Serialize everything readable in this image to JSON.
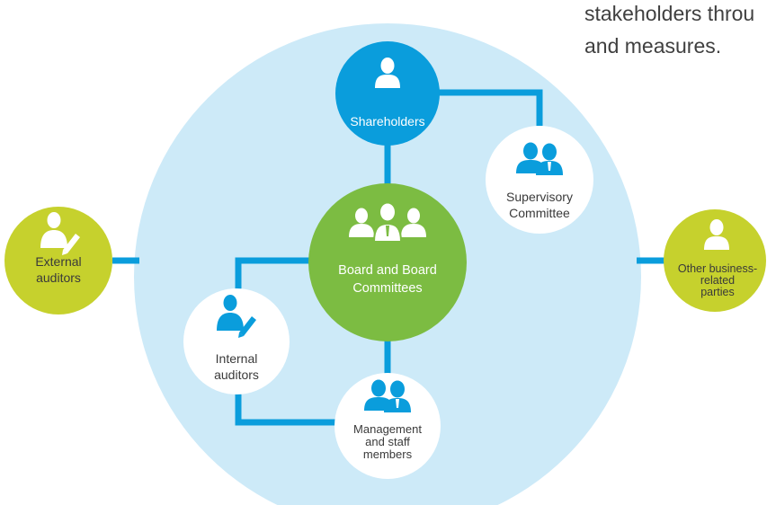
{
  "intro_text": {
    "line1": "stakeholders throu",
    "line2": "and measures."
  },
  "nodes": {
    "shareholders": {
      "label": "Shareholders",
      "icon": "person-icon"
    },
    "supervisory_committee": {
      "line1": "Supervisory",
      "line2": "Committee",
      "icon": "two-people-icon"
    },
    "board": {
      "line1": "Board and Board",
      "line2": "Committees",
      "icon": "three-people-icon"
    },
    "internal_auditors": {
      "line1": "Internal",
      "line2": "auditors",
      "icon": "auditor-with-pencil-icon"
    },
    "management": {
      "line1": "Management",
      "line2": "and staff",
      "line3": "members",
      "icon": "two-people-icon"
    },
    "external_auditors": {
      "line1": "External",
      "line2": "auditors",
      "icon": "auditor-with-pencil-icon"
    },
    "other_parties": {
      "line1": "Other business-",
      "line2": "related",
      "line3": "parties",
      "icon": "person-icon"
    }
  },
  "colors": {
    "background_circle": "#cdeaf8",
    "connector": "#0a9ddc",
    "node_blue": "#0a9ddc",
    "node_green": "#7cbc42",
    "node_yellow": "#c6d12d",
    "node_white": "#ffffff",
    "icon_blue": "#0a9ddc",
    "icon_white": "#ffffff"
  }
}
